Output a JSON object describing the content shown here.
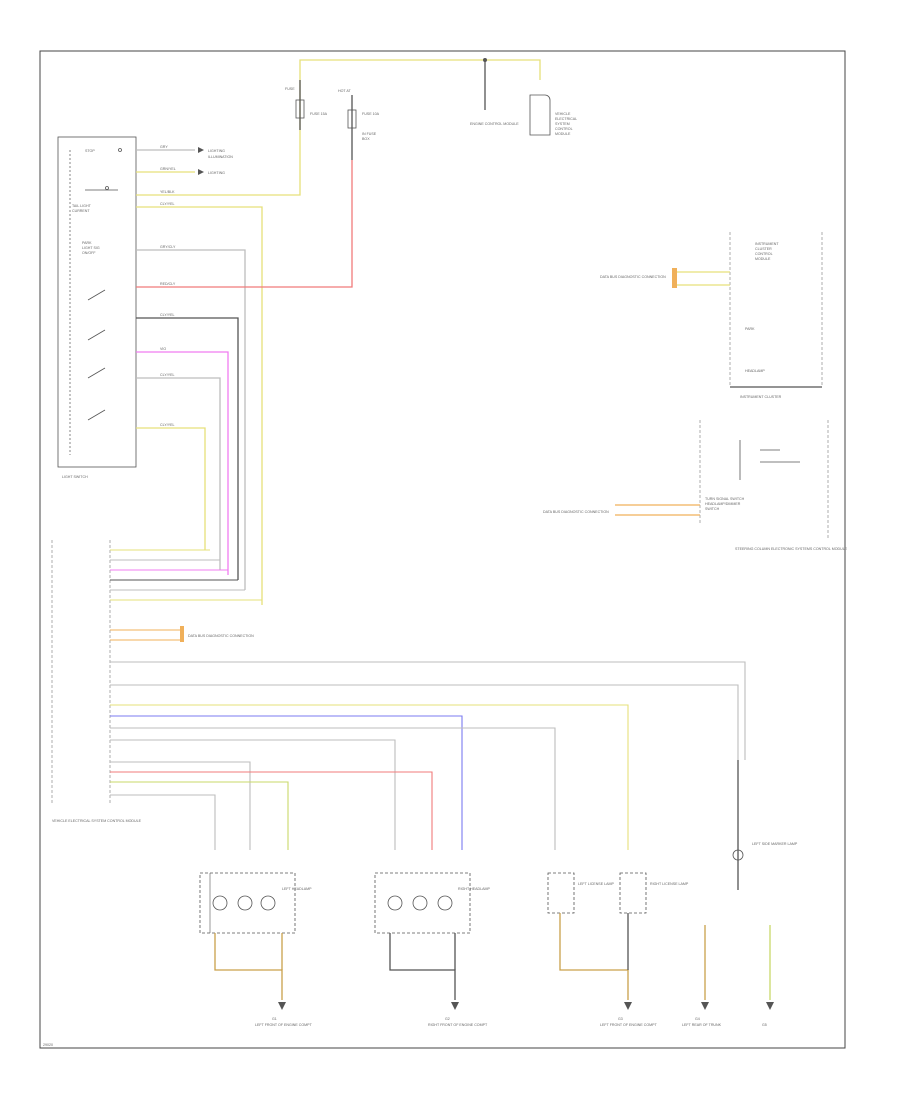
{
  "diagram": {
    "footer_id": "29020",
    "components": {
      "light_switch": "LIGHT SWITCH",
      "instrument_cluster": "INSTRUMENT CLUSTER",
      "steering_column_module": "STEERING COLUMN ELECTRONIC SYSTEMS CONTROL MODULE",
      "vehicle_electrical_system_control_module": "VEHICLE ELECTRICAL SYSTEM CONTROL MODULE",
      "left_headlamp": "LEFT HEADLAMP",
      "right_headlamp": "RIGHT HEADLAMP",
      "left_license_lamp": "LEFT LICENSE LAMP",
      "right_license_lamp": "RIGHT LICENSE LAMP",
      "left_side_marker": "LEFT SIDE MARKER LAMP",
      "fuse_a": "FUSE 15A",
      "fuse_b": "FUSE 10A",
      "engine_control_module": "ENGINE CONTROL MODULE",
      "data_bus_left": "DATA BUS DIAGNOSTIC CONNECTION",
      "data_bus_mid": "DATA BUS DIAGNOSTIC CONNECTION",
      "data_bus_lower": "DATA BUS DIAGNOSTIC CONNECTION"
    },
    "grounds": [
      {
        "id": "G1",
        "label": "LEFT FRONT OF ENGINE COMPT"
      },
      {
        "id": "G2",
        "label": "RIGHT FRONT OF ENGINE COMPT"
      },
      {
        "id": "G3",
        "label": "LEFT FRONT OF ENGINE COMPT"
      },
      {
        "id": "G4",
        "label": "LEFT REAR OF TRUNK"
      },
      {
        "id": "G5",
        "label": "G5"
      }
    ],
    "wire_colors": {
      "yellow": "#e6e07a",
      "yellow_green": "#c9d86a",
      "red": "#f07b7b",
      "magenta": "#f07cf0",
      "blue": "#7b7bf0",
      "orange": "#f0b05a",
      "brown": "#c9a04a",
      "gray": "#bdbdbd",
      "dark": "#555555"
    }
  }
}
